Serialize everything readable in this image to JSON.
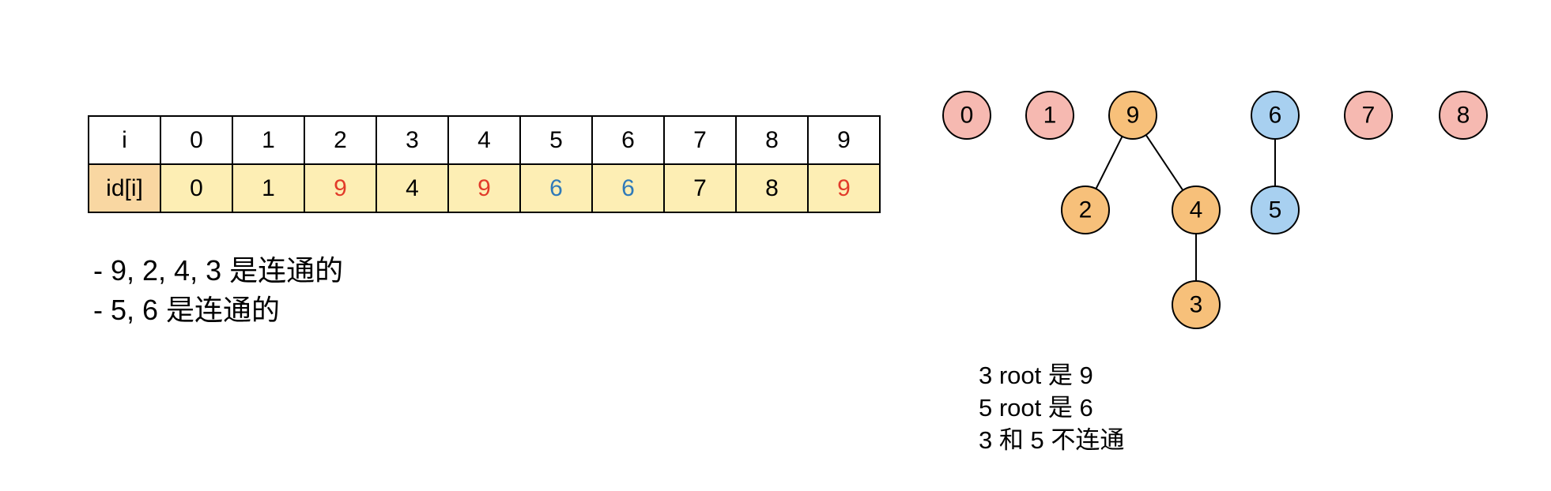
{
  "colors": {
    "red_value": "#e23b2a",
    "blue_value": "#2f7ab9",
    "black_value": "#000000",
    "node_pink": "#f6b9b1",
    "node_orange": "#f7c07a",
    "node_blue": "#a8d0f0"
  },
  "table": {
    "header_label": "i",
    "row_label": "id[i]",
    "indices": [
      "0",
      "1",
      "2",
      "3",
      "4",
      "5",
      "6",
      "7",
      "8",
      "9"
    ],
    "values": [
      {
        "text": "0",
        "color": "#000000"
      },
      {
        "text": "1",
        "color": "#000000"
      },
      {
        "text": "9",
        "color": "#e23b2a"
      },
      {
        "text": "4",
        "color": "#000000"
      },
      {
        "text": "9",
        "color": "#e23b2a"
      },
      {
        "text": "6",
        "color": "#2f7ab9"
      },
      {
        "text": "6",
        "color": "#2f7ab9"
      },
      {
        "text": "7",
        "color": "#000000"
      },
      {
        "text": "8",
        "color": "#000000"
      },
      {
        "text": "9",
        "color": "#e23b2a"
      }
    ]
  },
  "notes": [
    "- 9, 2, 4, 3 是连通的",
    "- 5, 6 是连通的"
  ],
  "tree": {
    "nodes": [
      {
        "label": "0",
        "color": "#f6b9b1"
      },
      {
        "label": "1",
        "color": "#f6b9b1"
      },
      {
        "label": "9",
        "color": "#f7c07a"
      },
      {
        "label": "6",
        "color": "#a8d0f0"
      },
      {
        "label": "7",
        "color": "#f6b9b1"
      },
      {
        "label": "8",
        "color": "#f6b9b1"
      },
      {
        "label": "2",
        "color": "#f7c07a"
      },
      {
        "label": "4",
        "color": "#f7c07a"
      },
      {
        "label": "5",
        "color": "#a8d0f0"
      },
      {
        "label": "3",
        "color": "#f7c07a"
      }
    ],
    "edges": [
      {
        "from": "9",
        "to": "2"
      },
      {
        "from": "9",
        "to": "4"
      },
      {
        "from": "4",
        "to": "3"
      },
      {
        "from": "6",
        "to": "5"
      }
    ]
  },
  "roots_text": [
    "3 root 是 9",
    "5 root 是 6",
    "3 和 5 不连通"
  ]
}
